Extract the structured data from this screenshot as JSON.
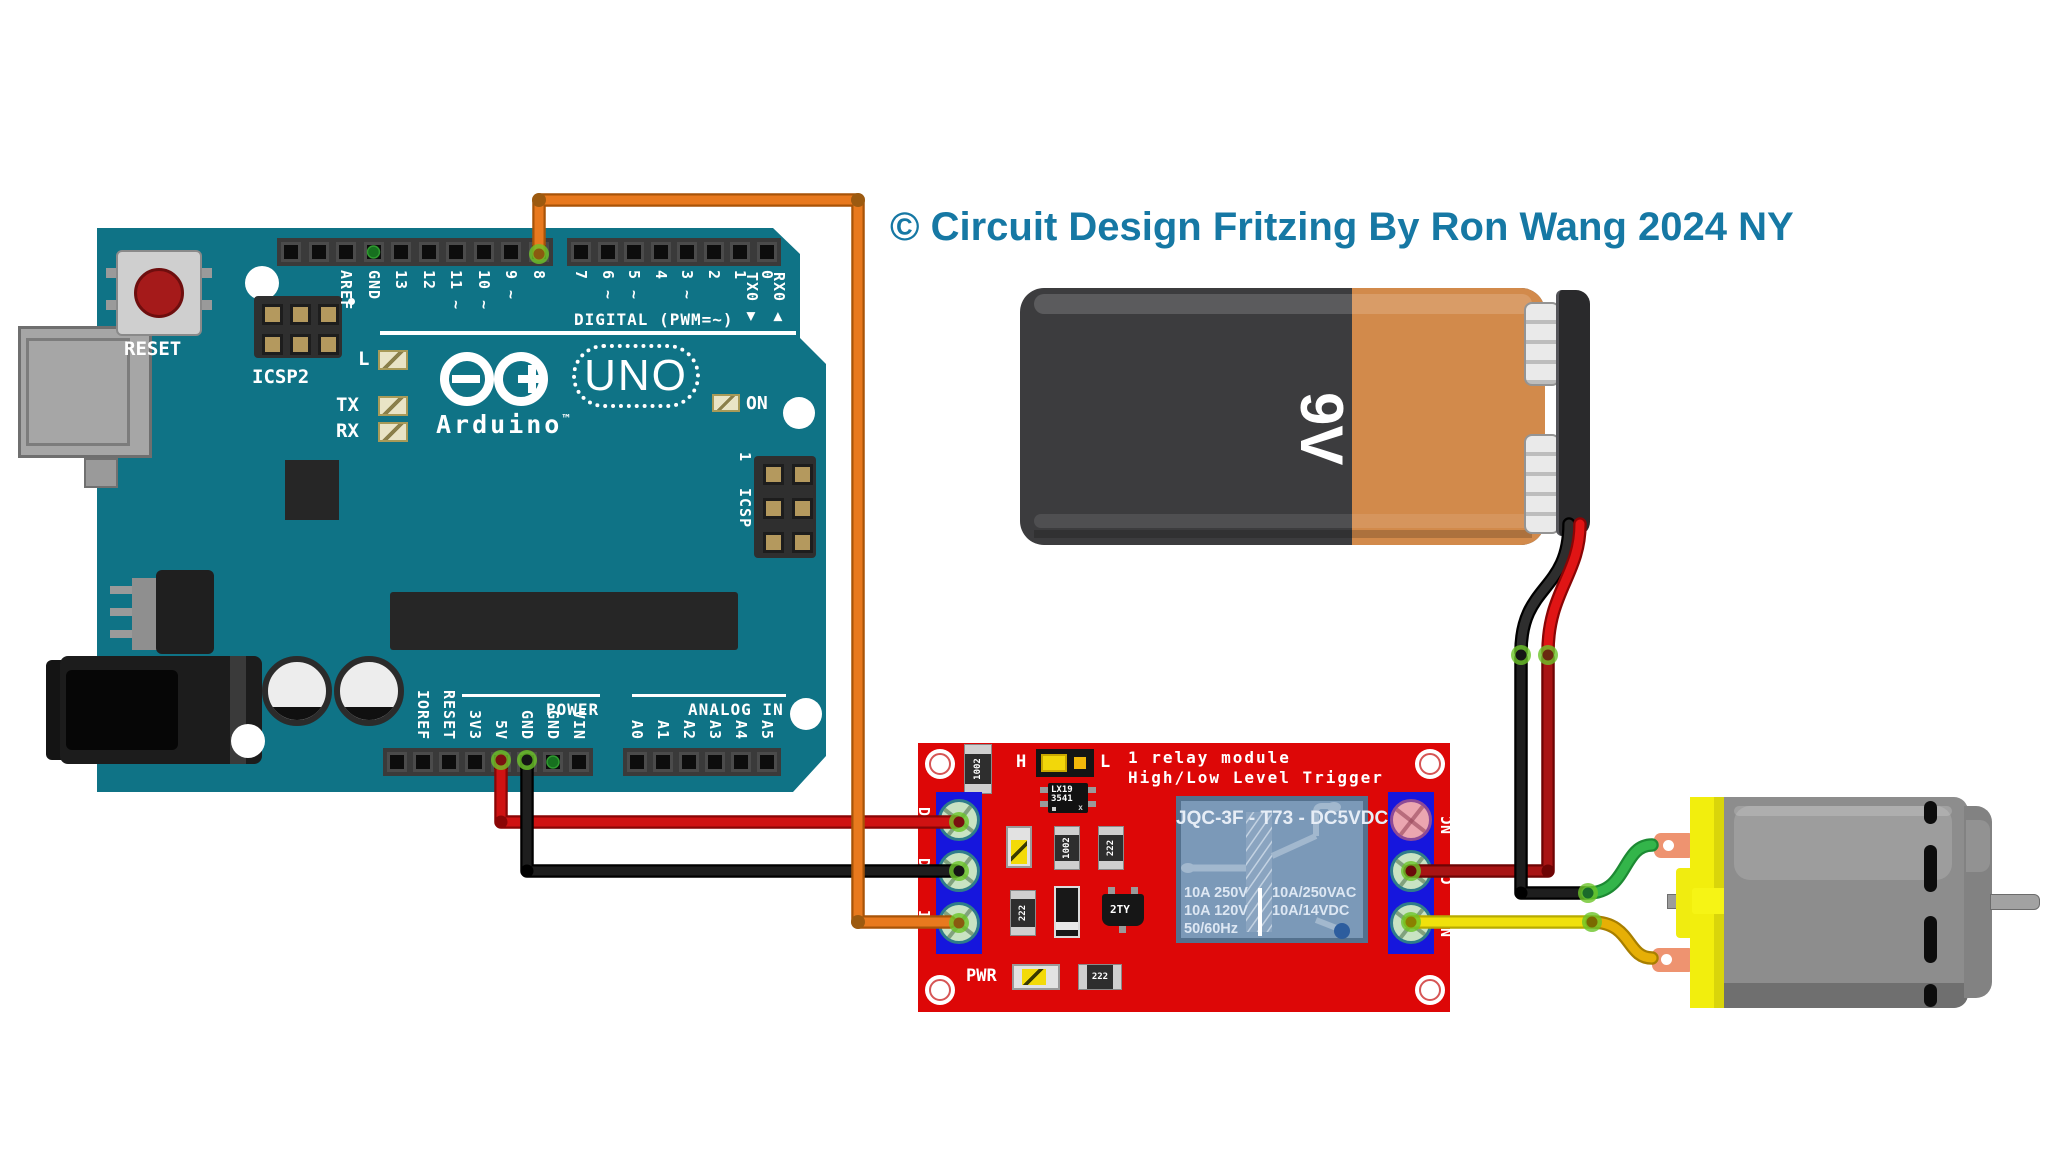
{
  "title": {
    "text": "© Circuit Design Fritzing By Ron Wang 2024 NY"
  },
  "colors": {
    "title-blue": "#1678a4",
    "board-teal": "#0f7386",
    "relay-red": "#dd0707",
    "terminal-blue": "#1616dd",
    "wire-orange": "#e8791e",
    "wire-orange-dark": "#a85408",
    "wire-red": "#cf1212",
    "wire-red-dark": "#8a0505",
    "wire-black": "#1e1e1e",
    "wire-black-dark": "#000000",
    "wire-darkred": "#a81414",
    "wire-darkred-dark": "#6e0404",
    "wire-yellow": "#f0e10c",
    "wire-yellow-dark": "#b7ab00",
    "wire-gold": "#e6af06",
    "wire-gold-dark": "#a87f00",
    "wire-green": "#33b54a",
    "wire-green-dark": "#1d8a33",
    "connector-green": "#6cc428"
  },
  "arduino": {
    "reset_label": "RESET",
    "icsp2_label": "ICSP2",
    "icsp_label": "ICSP",
    "icsp_pin1": "1",
    "digital_caption": "DIGITAL (PWM=~)",
    "power_caption": "POWER",
    "analog_caption": "ANALOG IN",
    "brand": "Arduino",
    "brand_tm": "™",
    "model": "UNO",
    "led_l": "L",
    "led_tx": "TX",
    "led_rx": "RX",
    "led_on": "ON",
    "pins": {
      "digital_left": [
        "",
        "",
        "AREF",
        "GND",
        "13",
        "12",
        "11 ~",
        "10 ~",
        "9 ~",
        "8"
      ],
      "digital_right": [
        "7",
        "6 ~",
        "5 ~",
        "4",
        "3 ~",
        "2",
        "1",
        "0"
      ],
      "serial_tx": "TX0 ▶",
      "serial_rx": "RX0 ◀",
      "power": [
        "",
        "IOREF",
        "RESET",
        "3V3",
        "5V",
        "GND",
        "GND",
        "VIN"
      ],
      "analog": [
        "A0",
        "A1",
        "A2",
        "A3",
        "A4",
        "A5"
      ]
    }
  },
  "relay": {
    "silk_line1": "1 relay module",
    "silk_line2": "High/Low Level Trigger",
    "jumper_h": "H",
    "jumper_l": "L",
    "pwr_label": "PWR",
    "chip_line1": "LX19",
    "chip_line2": "3541",
    "r1": "1002",
    "r2": "1002",
    "r3": "222",
    "r4": "222",
    "r5": "222",
    "q1": "2TY",
    "left_terminals": [
      "D+",
      "D-",
      "IN"
    ],
    "right_terminals": [
      "NC",
      "CM",
      "NO"
    ],
    "unit": {
      "model": "JQC-3F - T73 - DC5VDC",
      "ratings_left": [
        "10A 250V",
        "10A 120V",
        "50/60Hz"
      ],
      "ratings_right": [
        "10A/250VAC",
        "10A/14VDC"
      ]
    }
  },
  "battery": {
    "label": "9V"
  }
}
